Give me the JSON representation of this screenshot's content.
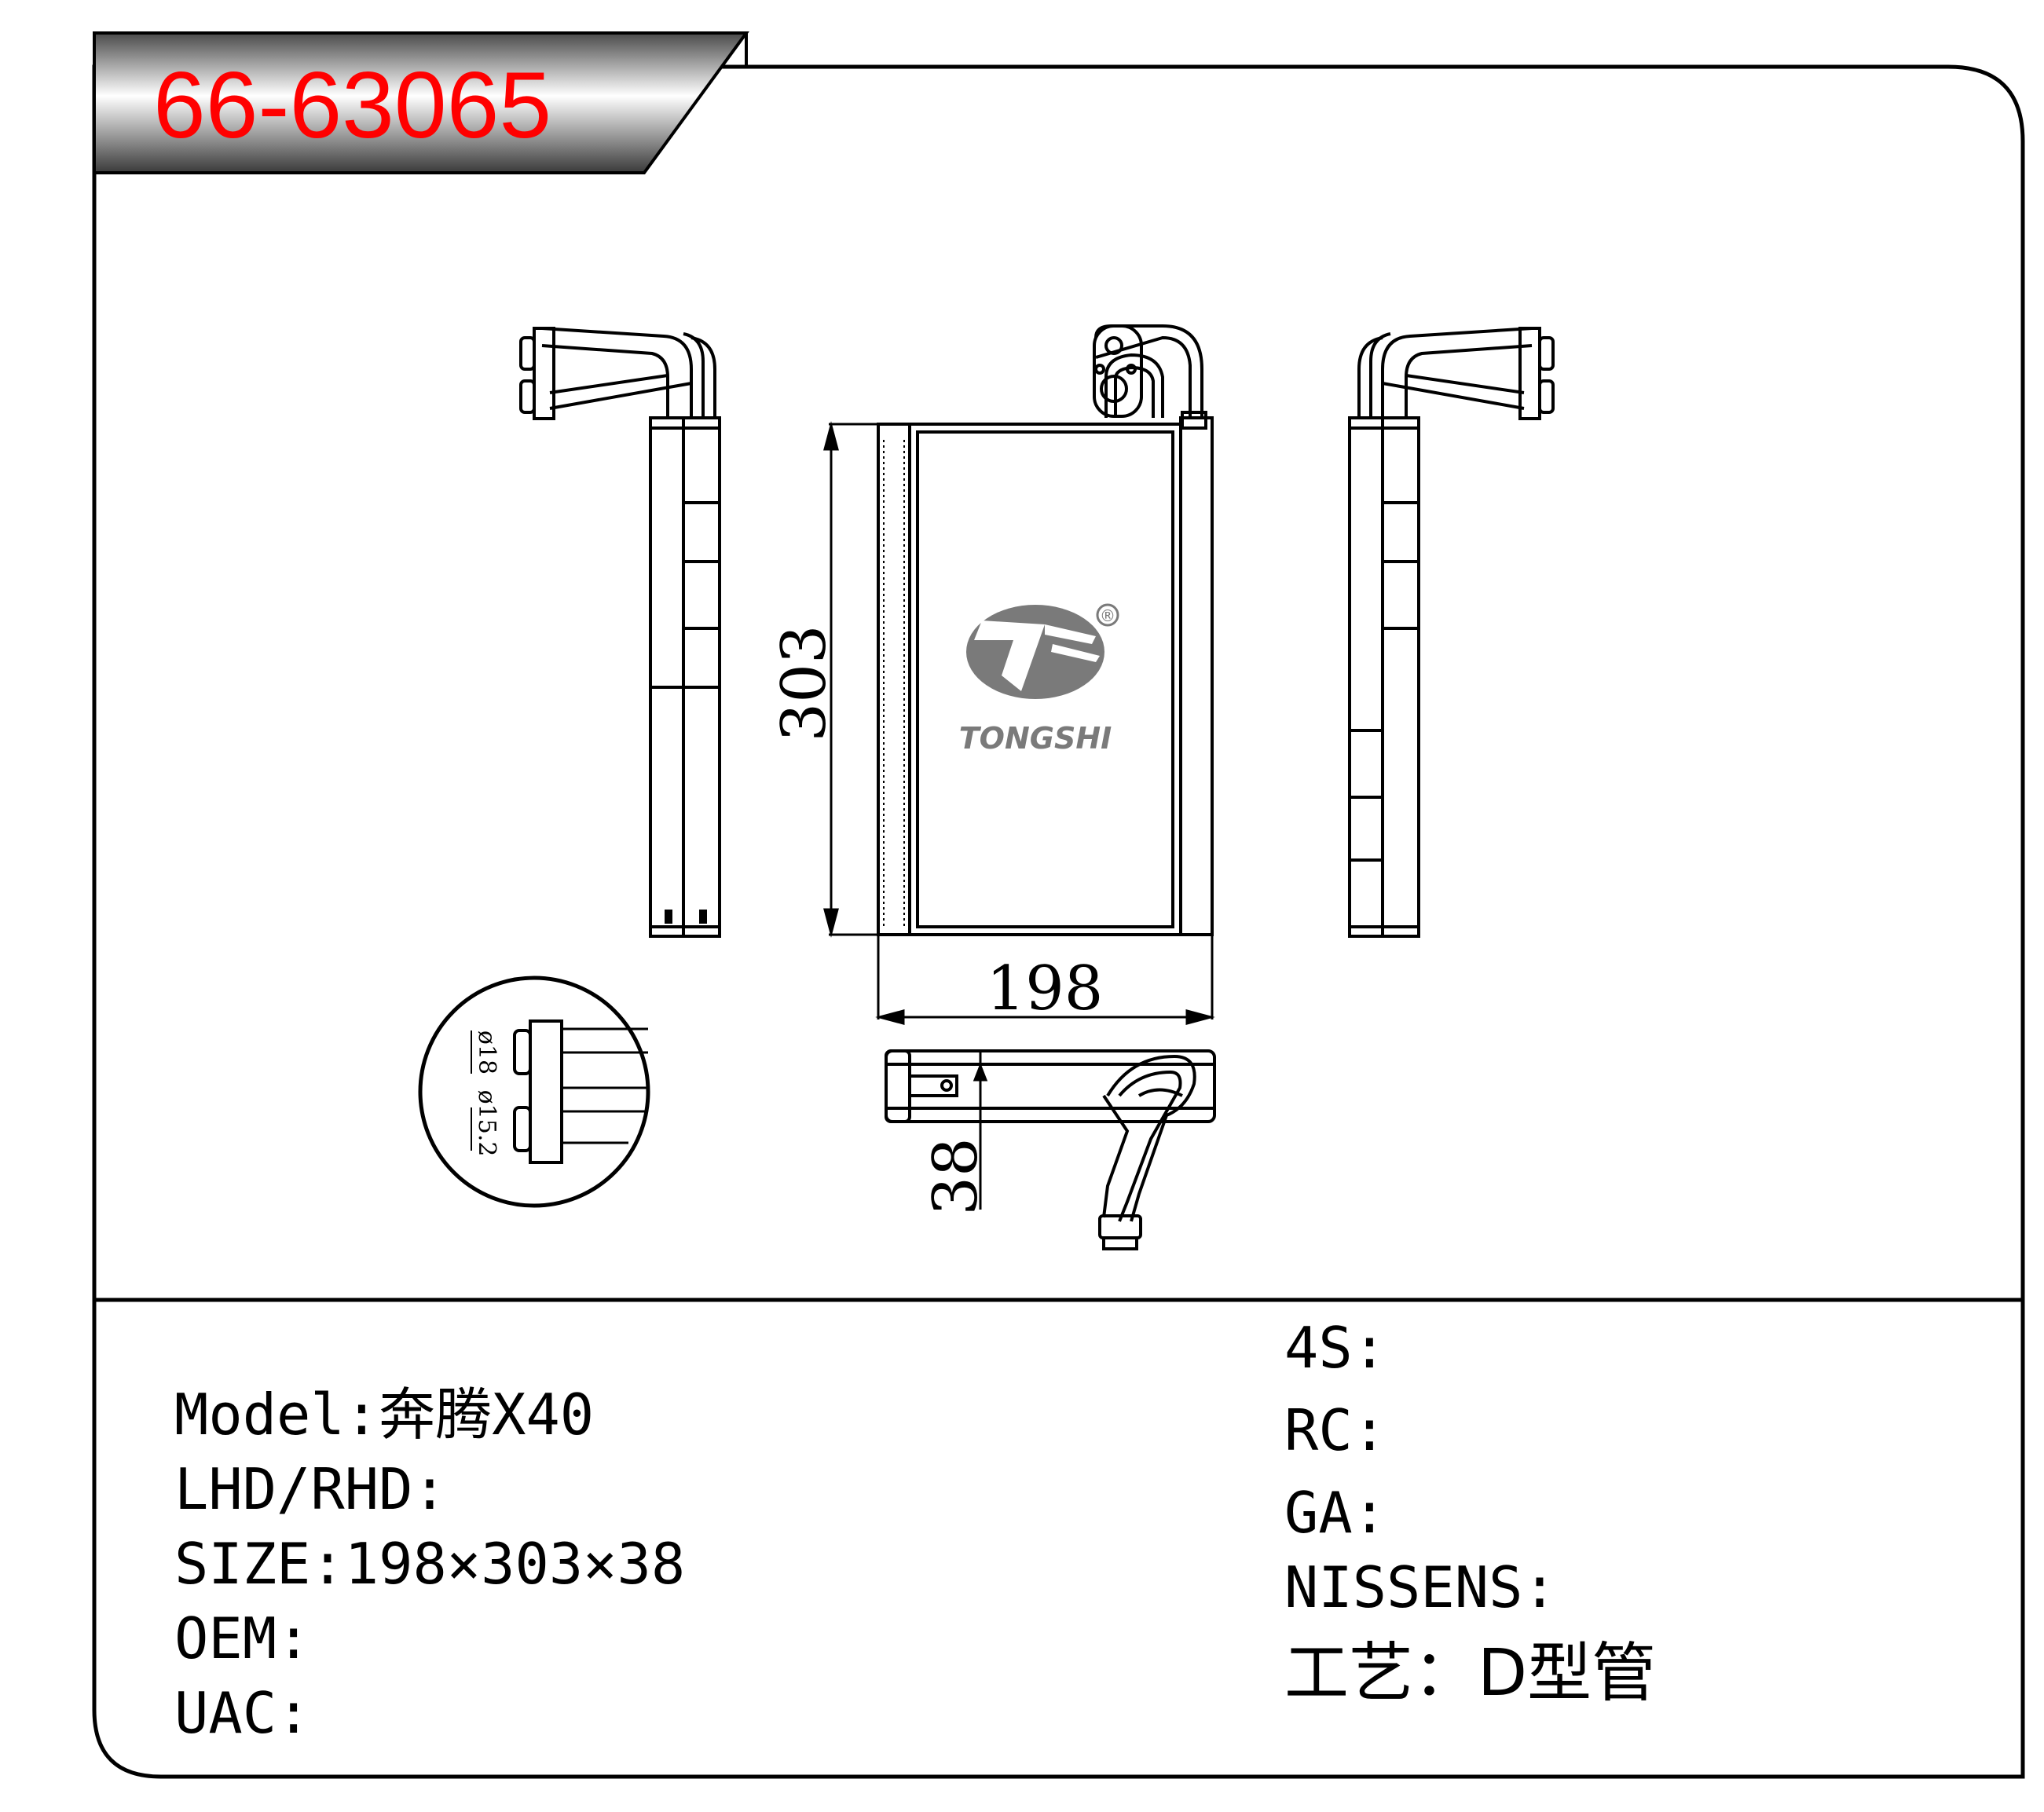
{
  "part_number": "66-63065",
  "brand": "TONGSHI",
  "registered_mark": "®",
  "dimensions": {
    "height": "303",
    "width": "198",
    "depth": "38"
  },
  "fitting_detail": {
    "outer_diameter": "ø18",
    "inner_diameter": "ø15.2"
  },
  "specs_left": [
    {
      "label": "Model:",
      "value": "奔腾X40"
    },
    {
      "label": "LHD/RHD:",
      "value": ""
    },
    {
      "label": "SIZE:",
      "value": "198×303×38"
    },
    {
      "label": "OEM:",
      "value": ""
    },
    {
      "label": "UAC:",
      "value": ""
    }
  ],
  "specs_right": [
    {
      "label": "4S:",
      "value": ""
    },
    {
      "label": "RC:",
      "value": ""
    },
    {
      "label": "GA:",
      "value": ""
    },
    {
      "label": "NISSENS:",
      "value": ""
    },
    {
      "label": "工艺：",
      "value": "D型管"
    }
  ],
  "colors": {
    "part_number": "#ff0000",
    "frame": "#000000",
    "logo": "#7a7a7a"
  }
}
